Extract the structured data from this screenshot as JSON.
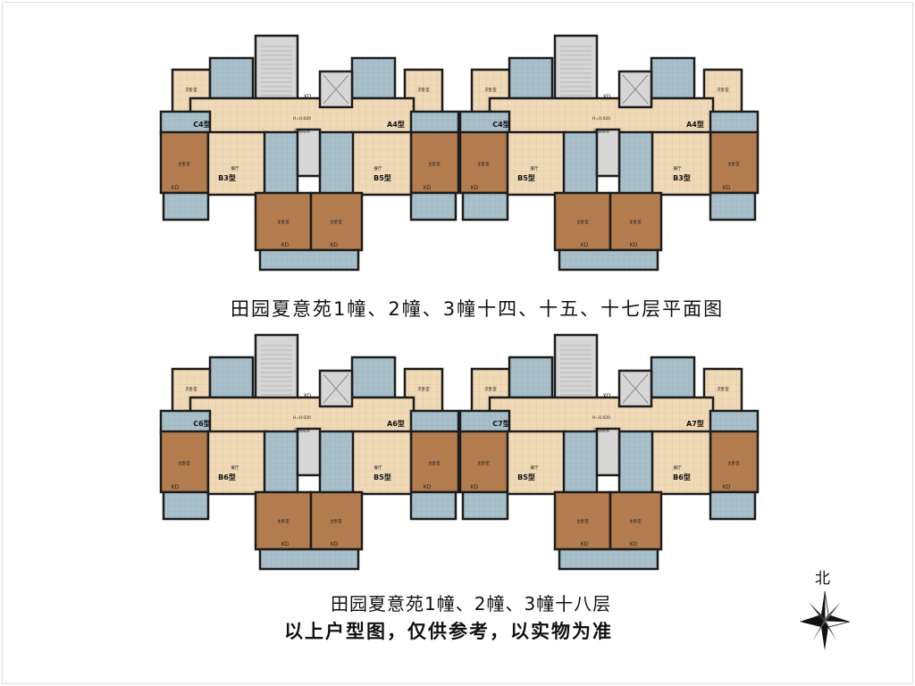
{
  "captions": {
    "typical_floors": "田园夏意苑1幢、2幢、3幢十四、十五、十七层平面图",
    "top_floor": "田园夏意苑1幢、2幢、3幢十八层",
    "disclaimer": "以上户型图，仅供参考，以实物为准"
  },
  "compass": {
    "north_label": "北"
  },
  "room_labels": {
    "master_bedroom": "主卧室",
    "second_bedroom": "次卧室",
    "dining": "餐厅",
    "kd": "KD",
    "xd": "XD",
    "level": "H=0.020",
    "flue": "成品烟道"
  },
  "plans": [
    {
      "name": "typical-floor",
      "wings": [
        {
          "units": [
            "C4型",
            "A4型",
            "B3型",
            "B5型"
          ]
        },
        {
          "units": [
            "C4型",
            "A4型",
            "B5型",
            "B3型"
          ]
        }
      ]
    },
    {
      "name": "top-floor",
      "wings": [
        {
          "units": [
            "C6型",
            "A6型",
            "B6型",
            "B5型"
          ]
        },
        {
          "units": [
            "C7型",
            "A7型",
            "B5型",
            "B6型"
          ]
        }
      ]
    }
  ],
  "colors": {
    "wall": "#1c1c1c",
    "tile": "#efd9b6",
    "tile_grid": "#d9bf98",
    "bedroom": "#b27c4e",
    "wet": "#a9c0cb",
    "core": "#d6d6d6"
  }
}
